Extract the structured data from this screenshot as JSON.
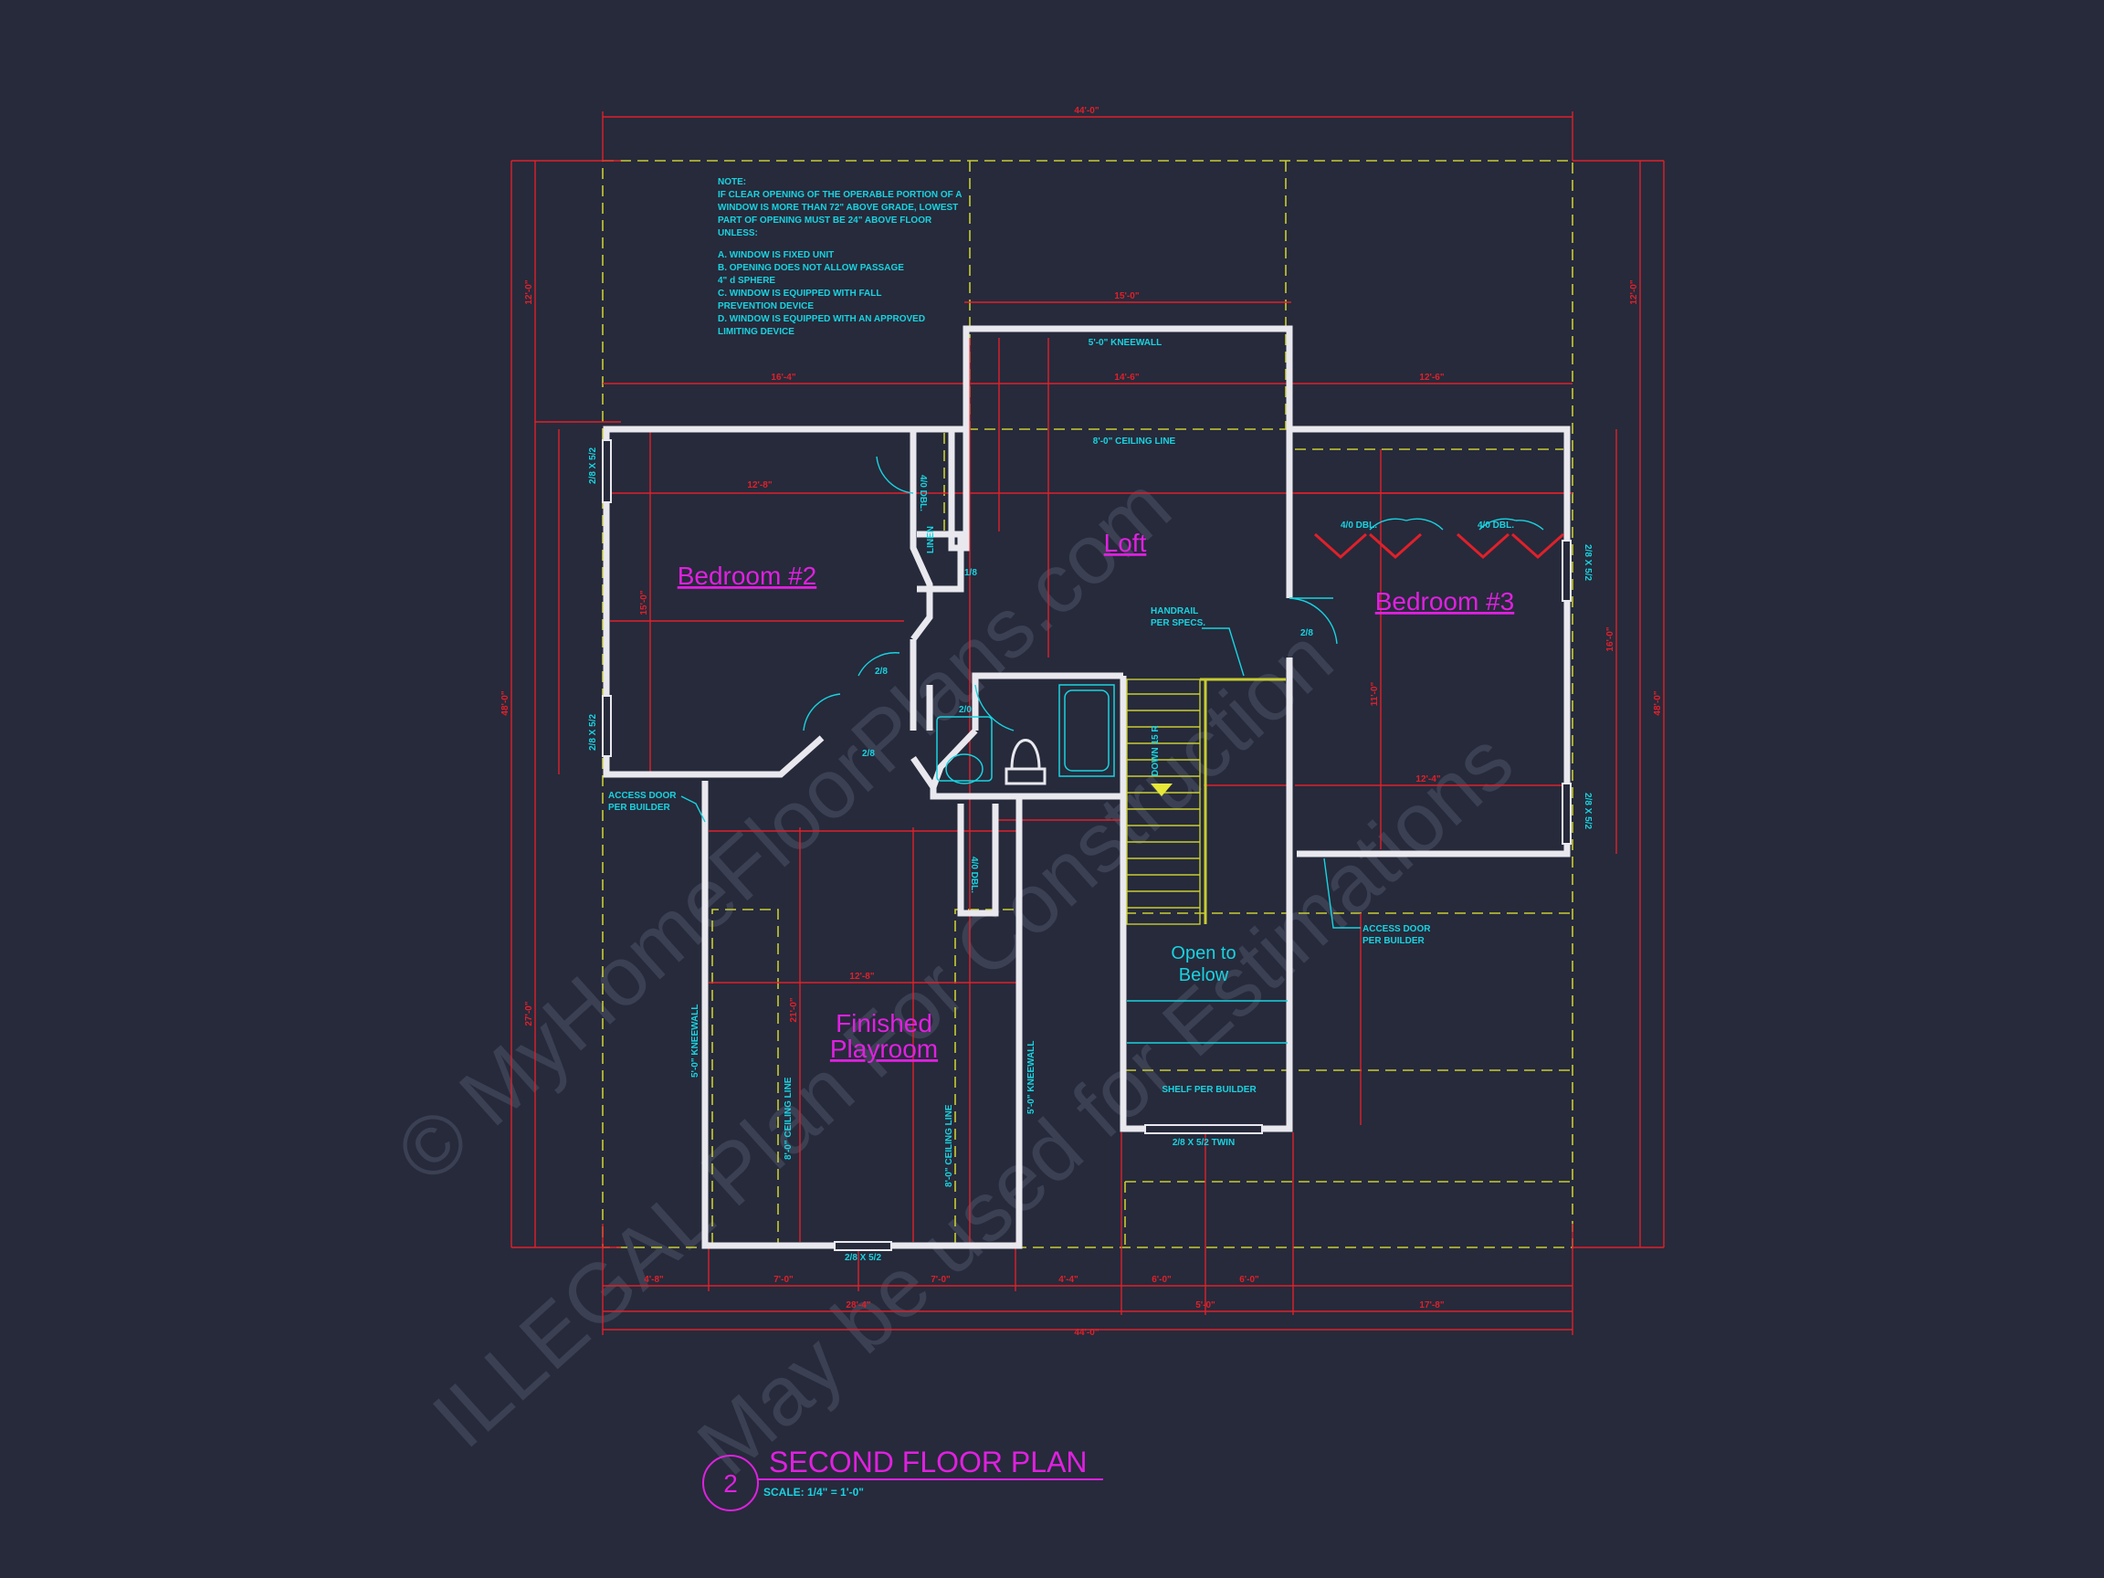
{
  "colors": {
    "background": "#262a3b",
    "wall": "#e8e8ee",
    "dimension": "#e0202a",
    "annotation": "#19d3e0",
    "room_label": "#e020e0",
    "dashed_line": "#c8cc30",
    "watermark": "#3f4458"
  },
  "title_block": {
    "number": "2",
    "title": "SECOND FLOOR PLAN",
    "scale": "SCALE: 1/4\" = 1'-0\""
  },
  "rooms": {
    "bedroom2": "Bedroom #2",
    "bedroom3": "Bedroom #3",
    "loft": "Loft",
    "playroom_line1": "Finished",
    "playroom_line2": "Playroom",
    "open_line1": "Open to",
    "open_line2": "Below"
  },
  "note": [
    "NOTE:",
    "IF CLEAR OPENING OF THE OPERABLE PORTION OF A",
    "WINDOW IS MORE THAN 72\" ABOVE GRADE, LOWEST",
    "PART OF OPENING MUST BE 24\" ABOVE FLOOR",
    "UNLESS:",
    "",
    "A.  WINDOW IS FIXED UNIT",
    "B.  OPENING DOES NOT ALLOW PASSAGE",
    "      4\" d SPHERE",
    "C.  WINDOW IS EQUIPPED WITH FALL",
    "      PREVENTION DEVICE",
    "D.  WINDOW IS EQUIPPED WITH AN APPROVED",
    "      LIMITING DEVICE"
  ],
  "labels": {
    "kneewall_top": "5'-0\" KNEEWALL",
    "ceiling_line_top": "8'-0\" CEILING LINE",
    "handrail": [
      "HANDRAIL",
      "PER SPECS."
    ],
    "access_left": [
      "ACCESS DOOR",
      "PER BUILDER"
    ],
    "access_right": [
      "ACCESS DOOR",
      "PER BUILDER"
    ],
    "shelf": "SHELF PER BUILDER",
    "twin_window": "2/8 X 5/2 TWIN",
    "bottom_window": "2/8 X 5/2",
    "closet_dbl_a": "4/0 DBL.",
    "closet_dbl_b": "4/0 DBL.",
    "closet_dbl_c": "4/0 DBL.",
    "closet_dbl_d": "4/0 DBL.",
    "linen": "LINEN",
    "stair": "DOWN 15 R",
    "kneewall_left": "5'-0\" KNEEWALL",
    "kneewall_right": "5'-0\" KNEEWALL",
    "ceiling_left": "8'-0\" CEILING LINE",
    "ceiling_right": "8'-0\" CEILING LINE",
    "win_b2_top": "2/8 X 5/2",
    "win_b2_bot": "2/8 X 5/2",
    "win_b3_top": "2/8 X 5/2",
    "win_b3_bot": "2/8 X 5/2",
    "door_b2": "2/8",
    "door_b2b": "2/8",
    "door_bath": "2/0",
    "door_b3": "2/8",
    "door_linen": "1/8"
  },
  "dimensions": {
    "overall_top": "44'-0\"",
    "overall_bottom": "44'-0\"",
    "loft_width": "15'-0\"",
    "seg_a": "16'-4\"",
    "seg_b": "14'-6\"",
    "seg_c": "12'-6\"",
    "left_total": "48'-0\"",
    "right_total": "48'-0\"",
    "left_top": "12'-0\"",
    "right_top": "12'-0\"",
    "left_bottom": "27'-0\"",
    "b2_width": "12'-8\"",
    "b2_height": "15'-0\"",
    "playroom_width": "12'-8\"",
    "playroom_height": "21'-0\"",
    "bot_1": "4'-8\"",
    "bot_2": "7'-0\"",
    "bot_3": "7'-0\"",
    "bot_4": "4'-4\"",
    "bot_5": "6'-0\"",
    "bot_6": "5'-0\"",
    "bot_7": "6'-0\"",
    "bot_8": "17'-8\"",
    "bot_9": "28'-4\"",
    "b3_width": "12'-4\"",
    "b3_height": "16'-0\"",
    "b3_right": "11'-0\""
  },
  "watermark": {
    "line1": "© MyHomeFloorPlans.com",
    "line2": "ILLEGAL Plan For Construction",
    "line3": "May be used for Estimations"
  }
}
